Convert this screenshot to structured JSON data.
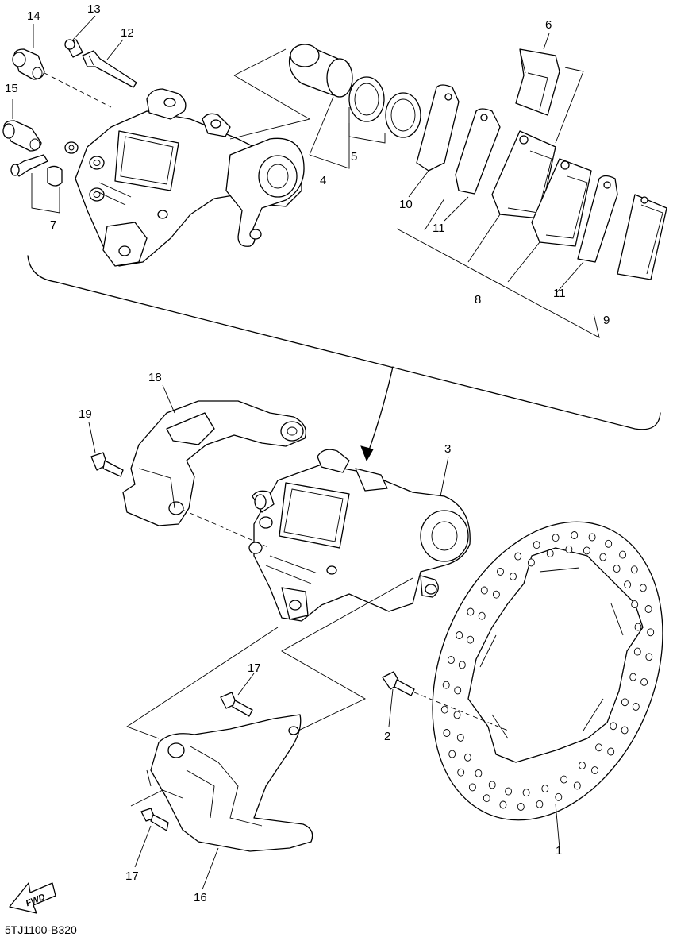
{
  "callouts": {
    "c1": "1",
    "c2": "2",
    "c3": "3",
    "c4": "4",
    "c5": "5",
    "c6": "6",
    "c7": "7",
    "c8": "8",
    "c9": "9",
    "c10": "10",
    "c11a": "11",
    "c11b": "11",
    "c12": "12",
    "c13": "13",
    "c14": "14",
    "c15": "15",
    "c16": "16",
    "c17a": "17",
    "c17b": "17",
    "c18": "18",
    "c19": "19"
  },
  "fwd_arrow": {
    "label": "FWD"
  },
  "diagram_code": "5TJ1100-B320"
}
